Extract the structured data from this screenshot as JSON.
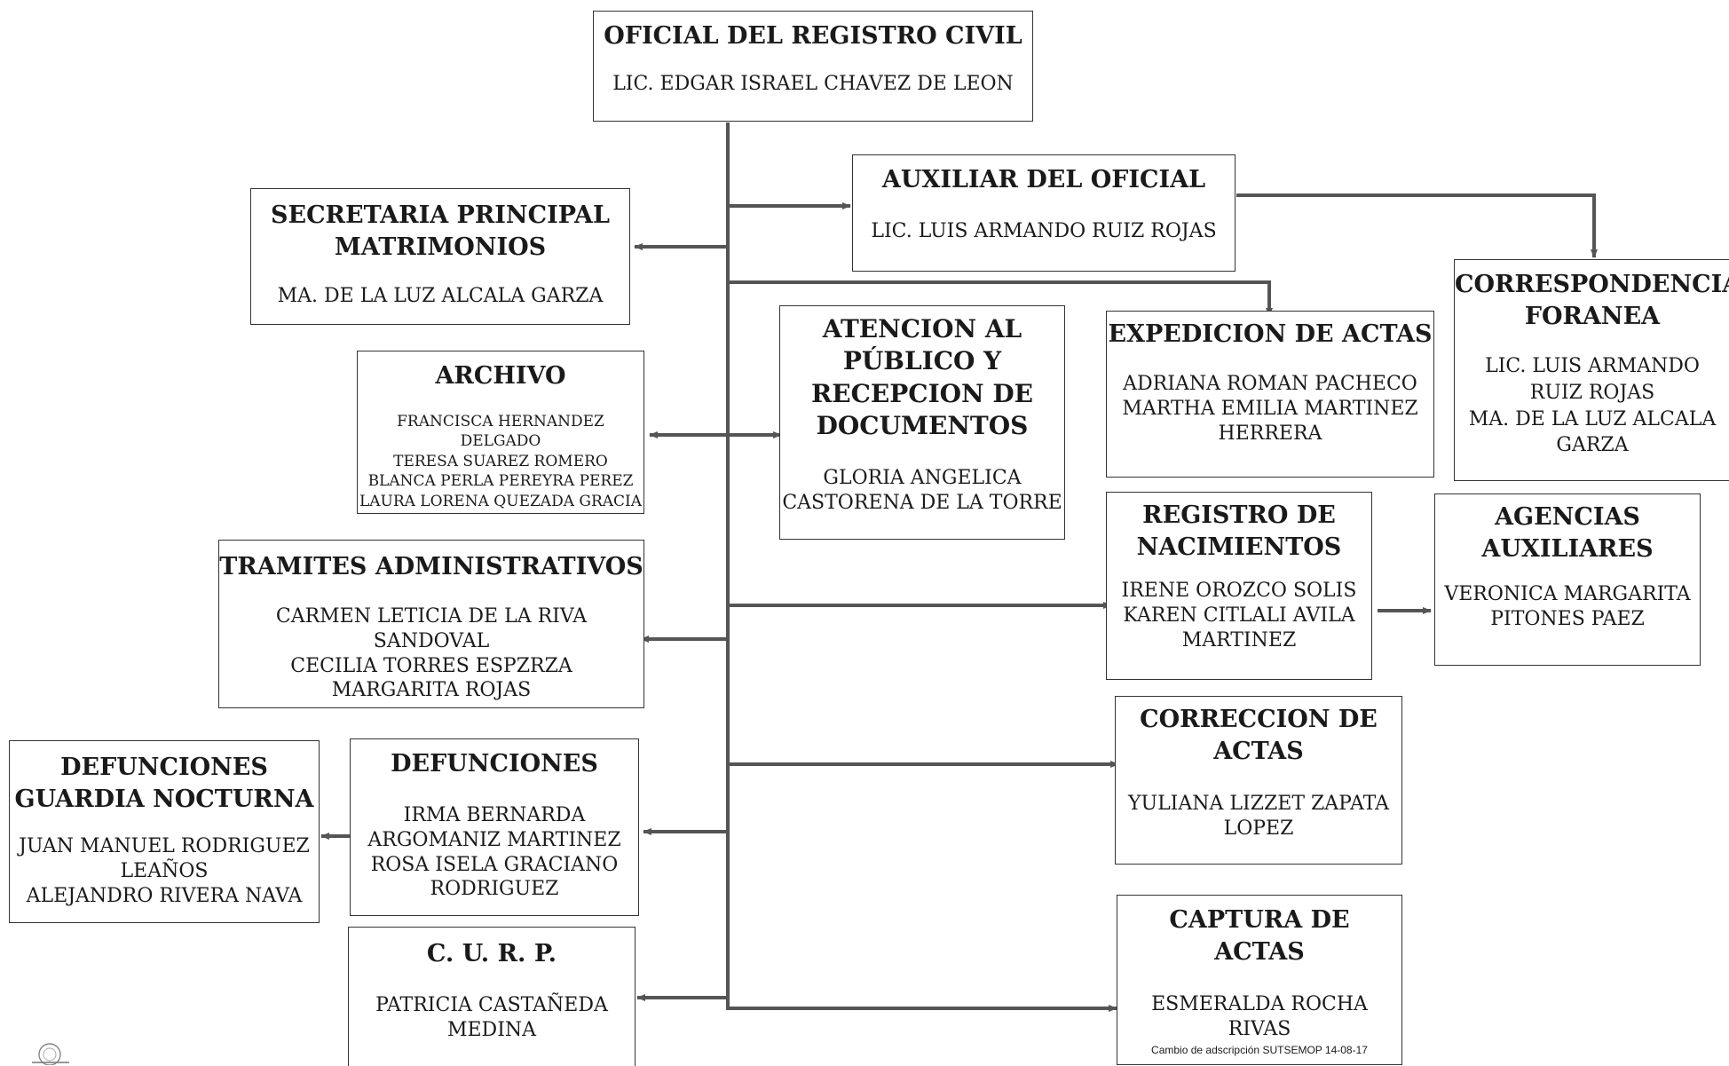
{
  "chart": {
    "root": {
      "title": "OFICIAL DEL REGISTRO CIVIL",
      "names": "LIC. EDGAR ISRAEL CHAVEZ DE LEON"
    },
    "units": {
      "auxiliar": {
        "title": "AUXILIAR DEL OFICIAL",
        "names": "LIC. LUIS ARMANDO RUIZ ROJAS"
      },
      "secretaria": {
        "title": "SECRETARIA PRINCIPAL\nMATRIMONIOS",
        "names": "MA. DE LA LUZ ALCALA GARZA"
      },
      "correspondencia": {
        "title": "CORRESPONDENCIA\nFORANEA",
        "names": "LIC. LUIS ARMANDO\nRUIZ ROJAS\nMA. DE LA LUZ ALCALA\nGARZA"
      },
      "atencion": {
        "title": "ATENCION AL\nPÚBLICO Y\nRECEPCION DE\nDOCUMENTOS",
        "names": "GLORIA ANGELICA\nCASTORENA DE LA TORRE"
      },
      "expedicion": {
        "title": "EXPEDICION DE ACTAS",
        "names": "ADRIANA ROMAN PACHECO\nMARTHA EMILIA MARTINEZ\nHERRERA"
      },
      "archivo": {
        "title": "ARCHIVO",
        "names": "FRANCISCA HERNANDEZ DELGADO\nTERESA SUAREZ ROMERO\nBLANCA PERLA PEREYRA PEREZ\nLAURA LORENA QUEZADA GRACIA"
      },
      "nacimientos": {
        "title": "REGISTRO DE\nNACIMIENTOS",
        "names": "IRENE OROZCO SOLIS\nKAREN CITLALI AVILA\nMARTINEZ"
      },
      "agencias": {
        "title": "AGENCIAS\nAUXILIARES",
        "names": "VERONICA MARGARITA\nPITONES PAEZ"
      },
      "tramites": {
        "title": "TRAMITES ADMINISTRATIVOS",
        "names": "CARMEN LETICIA DE LA RIVA SANDOVAL\nCECILIA TORRES ESPZRZA\nMARGARITA ROJAS"
      },
      "correccion": {
        "title": "CORRECCION DE\nACTAS",
        "names": "YULIANA LIZZET ZAPATA\nLOPEZ"
      },
      "defunciones": {
        "title": "DEFUNCIONES",
        "names": "IRMA BERNARDA\nARGOMANIZ MARTINEZ\nROSA ISELA GRACIANO\nRODRIGUEZ"
      },
      "nocturna": {
        "title": "DEFUNCIONES\nGUARDIA NOCTURNA",
        "names": "JUAN MANUEL RODRIGUEZ\nLEAÑOS\nALEJANDRO RIVERA NAVA"
      },
      "curp": {
        "title": "C. U. R. P.",
        "names": "PATRICIA CASTAÑEDA\nMEDINA"
      },
      "captura": {
        "title": "CAPTURA DE\nACTAS",
        "names": "ESMERALDA ROCHA RIVAS",
        "note": "Cambio de adscripción SUTSEMOP 14-08-17"
      }
    }
  },
  "colors": {
    "line": "#555555",
    "border": "#333333"
  }
}
